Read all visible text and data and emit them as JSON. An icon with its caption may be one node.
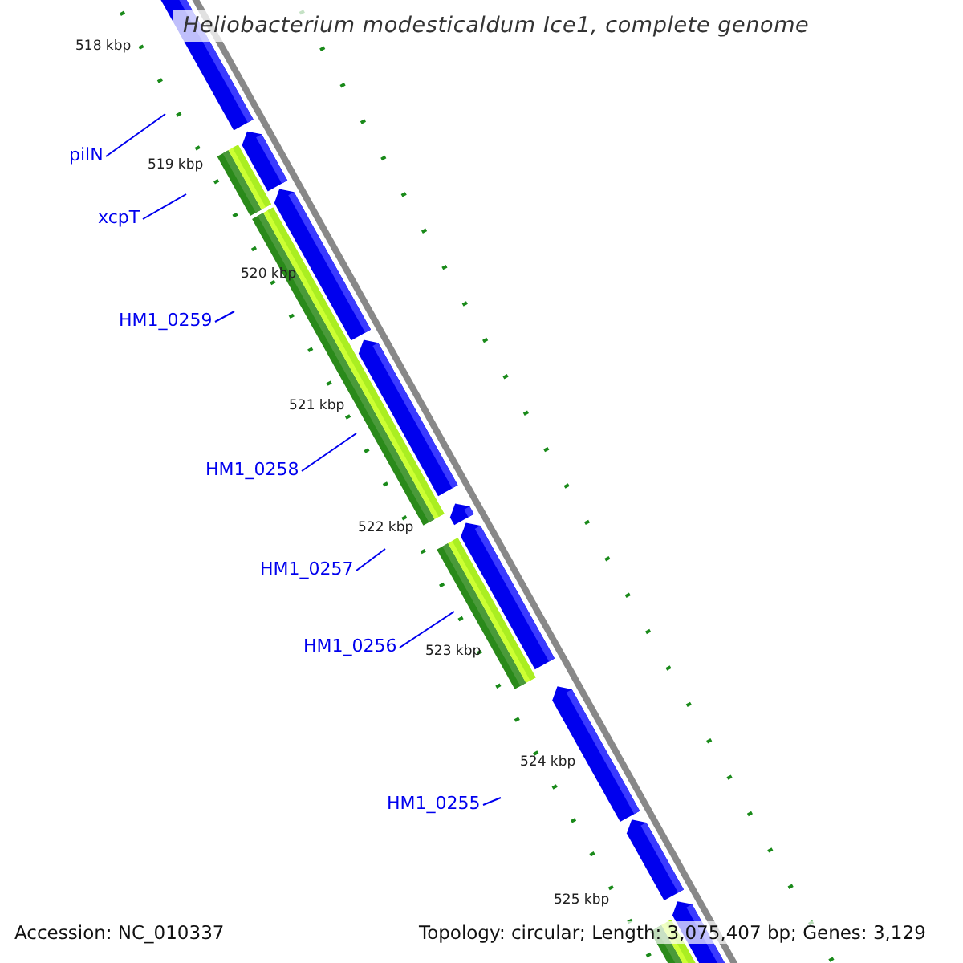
{
  "diagram": {
    "title": "Heliobacterium modesticaldum Ice1, complete genome",
    "nodes": [
      {
        "text": [
          "pilN"
        ]
      },
      {
        "text": [
          "xcpT"
        ]
      },
      {
        "text": [
          "HM1_0259"
        ]
      },
      {
        "text": [
          "HM1_0258"
        ]
      },
      {
        "text": [
          "HM1_0257"
        ]
      },
      {
        "text": [
          "HM1_0256"
        ]
      },
      {
        "text": [
          "HM1_0255"
        ]
      }
    ],
    "edges": [
      {
        "from": 0,
        "to": null,
        "arrow": "none"
      },
      {
        "from": 1,
        "to": null,
        "arrow": "none"
      },
      {
        "from": 2,
        "to": null,
        "arrow": "none"
      },
      {
        "from": 3,
        "to": null,
        "arrow": "none"
      },
      {
        "from": 4,
        "to": null,
        "arrow": "none"
      },
      {
        "from": 5,
        "to": null,
        "arrow": "none"
      },
      {
        "from": 6,
        "to": null,
        "arrow": "none"
      }
    ],
    "labels": [
      "518 kbp",
      "519 kbp",
      "520 kbp",
      "521 kbp",
      "522 kbp",
      "523 kbp",
      "524 kbp",
      "525 kbp",
      "Accession: NC_010337",
      "Topology: circular; Length: 3,075,407 bp; Genes: 3,129"
    ]
  }
}
